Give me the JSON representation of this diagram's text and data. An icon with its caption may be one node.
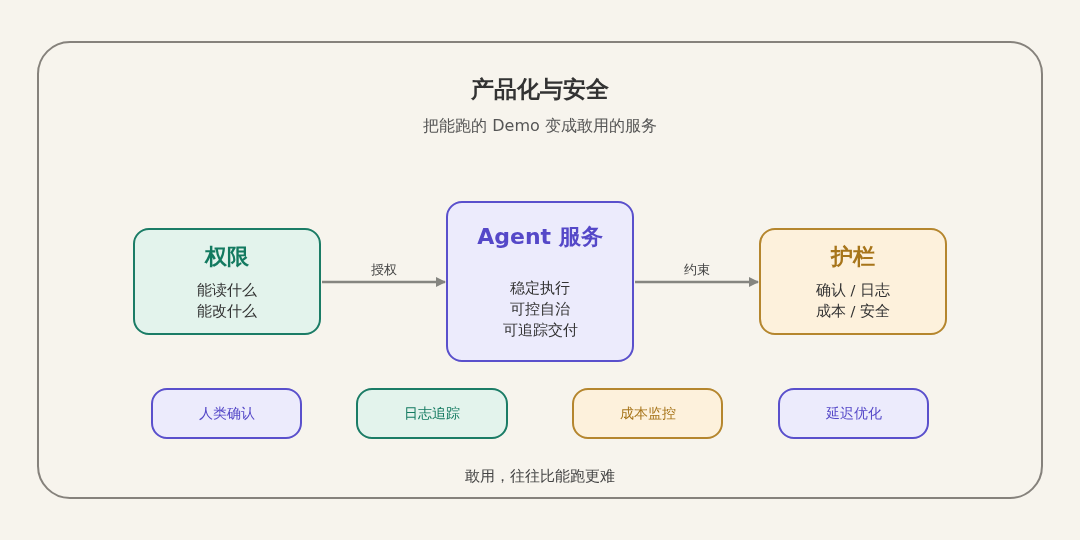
{
  "diagram": {
    "title": "产品化与安全",
    "nodes": [
      {
        "text": [
          "权限",
          "能读什么",
          "能改什么"
        ]
      },
      {
        "text": [
          "Agent 服务",
          "稳定执行",
          "可控自治",
          "可追踪交付"
        ]
      },
      {
        "text": [
          "护栏",
          "确认 / 日志",
          "成本 / 安全"
        ]
      },
      {
        "text": [
          "人类确认"
        ]
      },
      {
        "text": [
          "日志追踪"
        ]
      },
      {
        "text": [
          "成本监控"
        ]
      },
      {
        "text": [
          "延迟优化"
        ]
      }
    ],
    "edges": [
      {
        "from": 0,
        "to": 1,
        "arrow": "to",
        "label": "授权"
      },
      {
        "from": 1,
        "to": 2,
        "arrow": "to",
        "label": "约束"
      }
    ],
    "labels": [
      "把能跑的 Demo 变成敢用的服务",
      "敢用，往往比能跑更难"
    ]
  }
}
